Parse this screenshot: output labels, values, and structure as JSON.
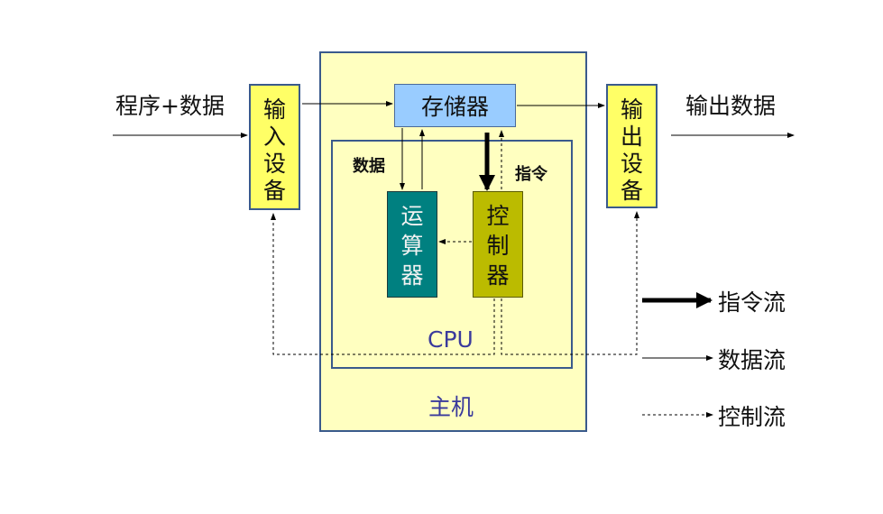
{
  "input_label": "程序+数据",
  "output_label": "输出数据",
  "host_label": "主机",
  "cpu_label": "CPU",
  "memory_label": "存储器",
  "input_device": [
    "输",
    "入",
    "设",
    "备"
  ],
  "output_device": [
    "输",
    "出",
    "设",
    "备"
  ],
  "alu": [
    "运",
    "算",
    "器"
  ],
  "controller": [
    "控",
    "制",
    "器"
  ],
  "data_label": "数据",
  "instruction_label": "指令",
  "legend": {
    "instruction_flow": "指令流",
    "data_flow": "数据流",
    "control_flow": "控制流"
  },
  "colors": {
    "host_fill": "#FFFFC0",
    "border": "#3A5A8C",
    "memory_fill": "#99CCFF",
    "device_fill": "#FFFF66",
    "alu_fill": "#008080",
    "controller_fill": "#BBBB00"
  }
}
